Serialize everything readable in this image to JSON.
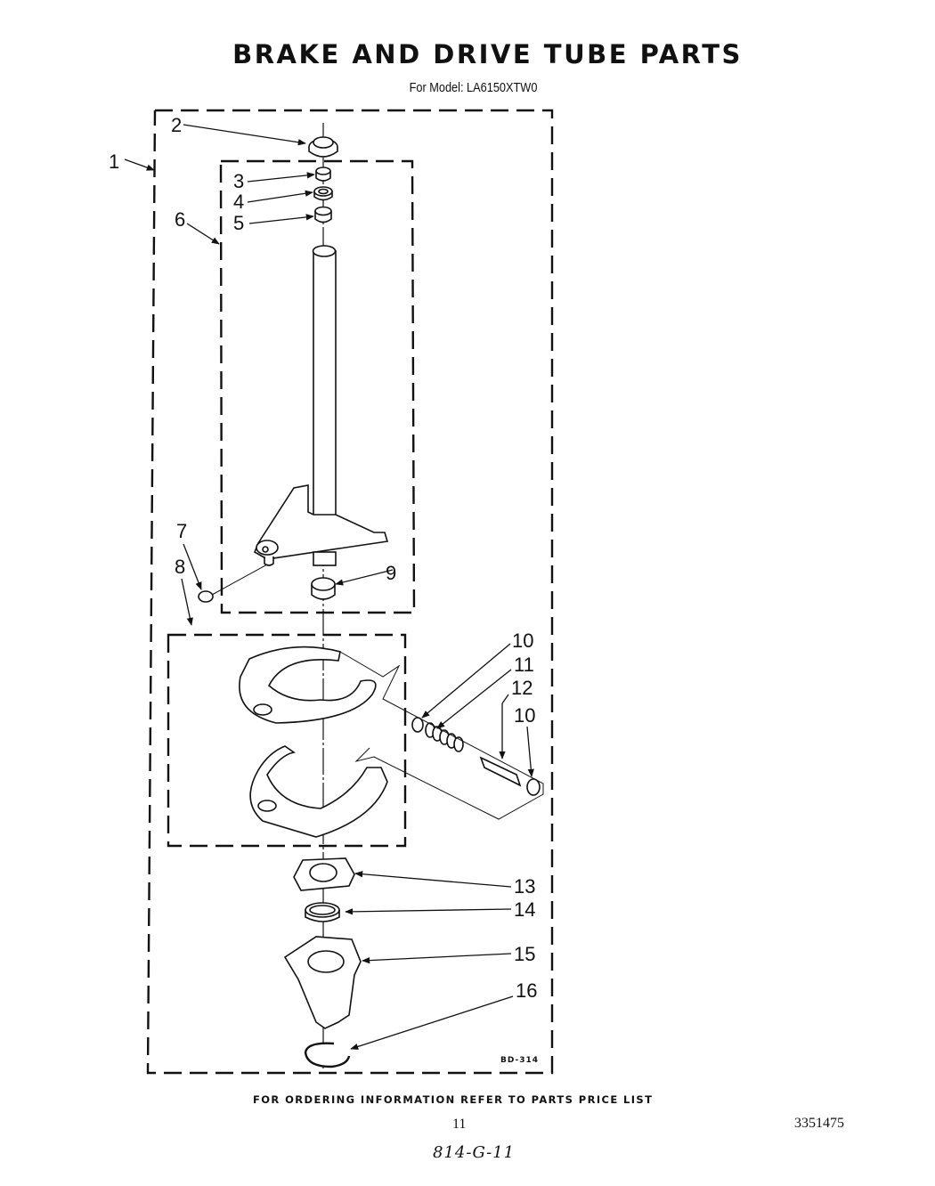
{
  "header": {
    "title": "BRAKE AND DRIVE TUBE PARTS",
    "subtitle": "For Model: LA6150XTW0"
  },
  "diagram": {
    "figure_code": "BD-314",
    "callouts": [
      {
        "id": "1",
        "label": "1"
      },
      {
        "id": "2",
        "label": "2"
      },
      {
        "id": "3",
        "label": "3"
      },
      {
        "id": "4",
        "label": "4"
      },
      {
        "id": "5",
        "label": "5"
      },
      {
        "id": "6",
        "label": "6"
      },
      {
        "id": "7",
        "label": "7"
      },
      {
        "id": "8",
        "label": "8"
      },
      {
        "id": "9",
        "label": "9"
      },
      {
        "id": "10a",
        "label": "10"
      },
      {
        "id": "11",
        "label": "11"
      },
      {
        "id": "12",
        "label": "12"
      },
      {
        "id": "10b",
        "label": "10"
      },
      {
        "id": "13",
        "label": "13"
      },
      {
        "id": "14",
        "label": "14"
      },
      {
        "id": "15",
        "label": "15"
      },
      {
        "id": "16",
        "label": "16"
      }
    ]
  },
  "footer": {
    "note": "FOR ORDERING INFORMATION REFER TO PARTS PRICE LIST",
    "page_number": "11",
    "document_number": "3351475",
    "handwritten": "814-G-11"
  }
}
